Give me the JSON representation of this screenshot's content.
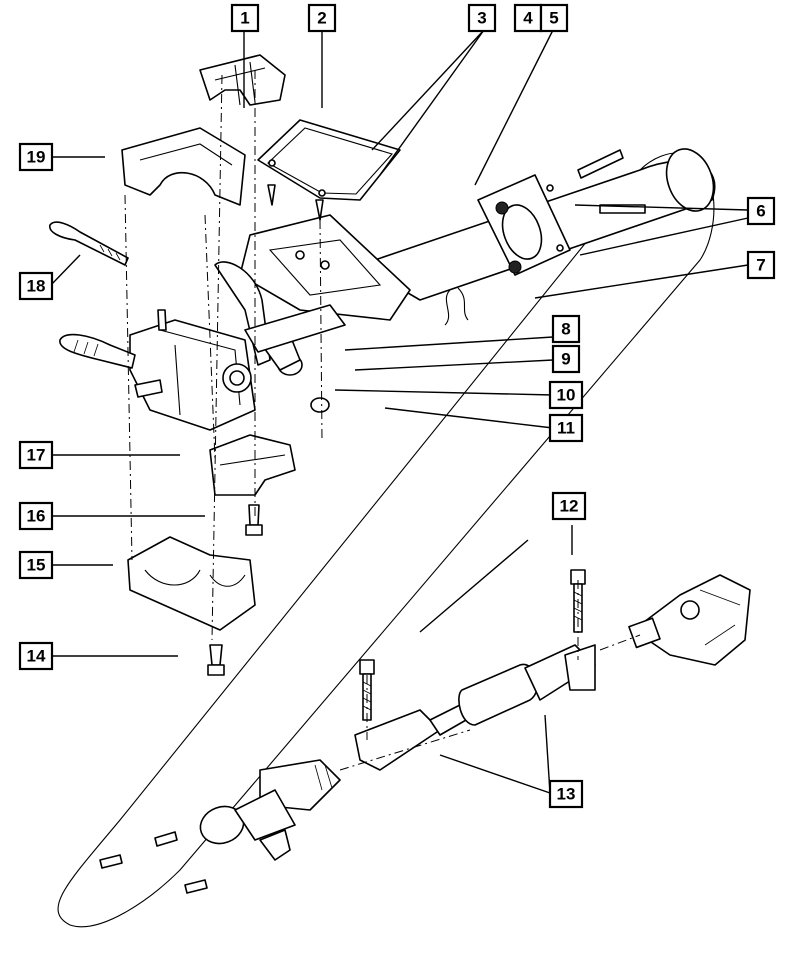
{
  "callouts": [
    {
      "id": "c1",
      "label": "1"
    },
    {
      "id": "c2",
      "label": "2"
    },
    {
      "id": "c3",
      "label": "3"
    },
    {
      "id": "c4",
      "label": "4"
    },
    {
      "id": "c5",
      "label": "5"
    },
    {
      "id": "c6",
      "label": "6"
    },
    {
      "id": "c7",
      "label": "7"
    },
    {
      "id": "c8",
      "label": "8"
    },
    {
      "id": "c9",
      "label": "9"
    },
    {
      "id": "c10",
      "label": "10"
    },
    {
      "id": "c11",
      "label": "11"
    },
    {
      "id": "c12",
      "label": "12"
    },
    {
      "id": "c13",
      "label": "13"
    },
    {
      "id": "c14",
      "label": "14"
    },
    {
      "id": "c15",
      "label": "15"
    },
    {
      "id": "c16",
      "label": "16"
    },
    {
      "id": "c17",
      "label": "17"
    },
    {
      "id": "c18",
      "label": "18"
    },
    {
      "id": "c19",
      "label": "19"
    }
  ]
}
